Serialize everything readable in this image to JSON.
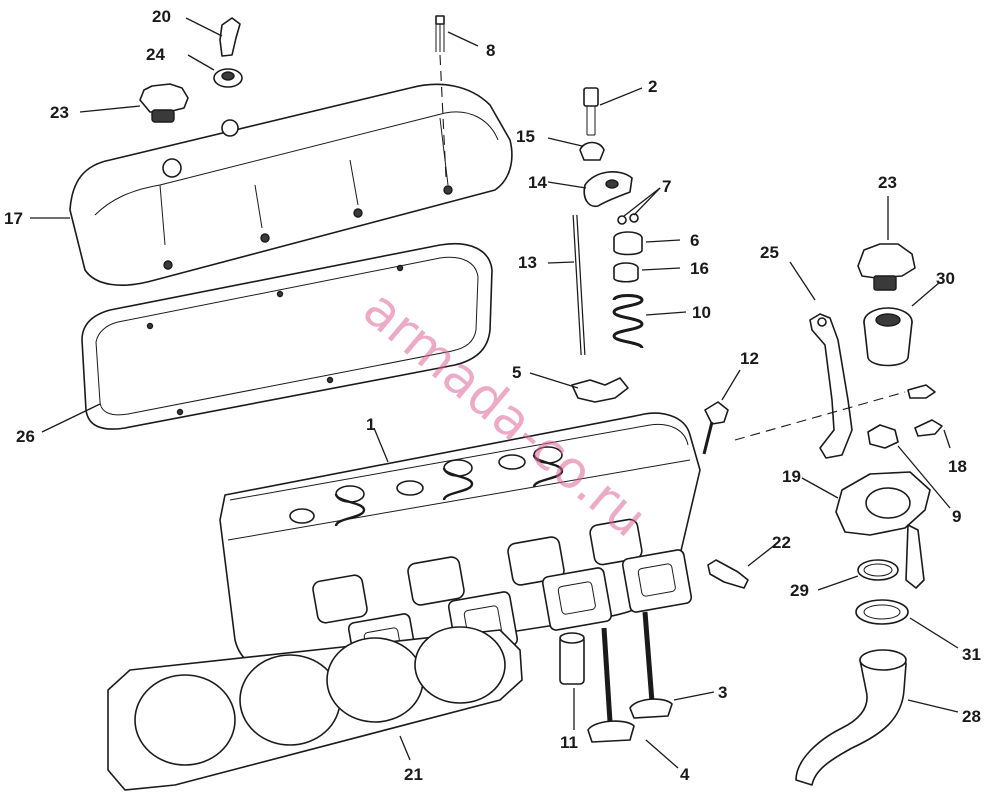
{
  "diagram": {
    "callouts": {
      "c1": "1",
      "c2": "2",
      "c3": "3",
      "c4": "4",
      "c5": "5",
      "c6": "6",
      "c7": "7",
      "c8": "8",
      "c9": "9",
      "c10": "10",
      "c11": "11",
      "c12": "12",
      "c13": "13",
      "c14": "14",
      "c15": "15",
      "c16": "16",
      "c17": "17",
      "c18": "18",
      "c19": "19",
      "c20": "20",
      "c21": "21",
      "c22": "22",
      "c23a": "23",
      "c23b": "23",
      "c24": "24",
      "c25": "25",
      "c26": "26",
      "c28": "28",
      "c29": "29",
      "c30": "30",
      "c31": "31"
    }
  },
  "watermark": {
    "text": "armada-co.ru",
    "color": "#e0669a"
  }
}
